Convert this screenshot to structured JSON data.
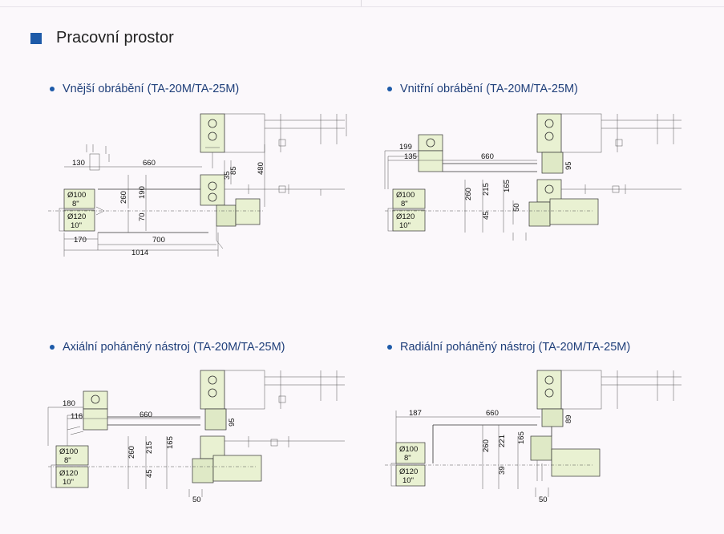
{
  "header": {
    "title": "Pracovní prostor"
  },
  "diagrams": [
    {
      "caption": "Vnější obrábění (TA-20M/TA-25M)",
      "dims": {
        "d1": "130",
        "d2": "660",
        "d3": "260",
        "d4": "190",
        "d5": "70",
        "d6": "35",
        "d7": "85",
        "d8": "480",
        "d9": "170",
        "d10": "700",
        "d11": "1014"
      },
      "chucks": {
        "c1a": "Ø100",
        "c1b": "8\"",
        "c2a": "Ø120",
        "c2b": "10\""
      }
    },
    {
      "caption": "Vnitřní obrábění (TA-20M/TA-25M)",
      "dims": {
        "d1": "199",
        "d2": "135",
        "d3": "660",
        "d4": "95",
        "d5": "260",
        "d6": "215",
        "d7": "165",
        "d8": "50",
        "d9": "45"
      },
      "chucks": {
        "c1a": "Ø100",
        "c1b": "8\"",
        "c2a": "Ø120",
        "c2b": "10\""
      }
    },
    {
      "caption": "Axiální poháněný nástroj (TA-20M/TA-25M)",
      "dims": {
        "d1": "180",
        "d2": "116",
        "d3": "660",
        "d4": "95",
        "d5": "260",
        "d6": "215",
        "d7": "165",
        "d8": "45",
        "d9": "50"
      },
      "chucks": {
        "c1a": "Ø100",
        "c1b": "8\"",
        "c2a": "Ø120",
        "c2b": "10\""
      }
    },
    {
      "caption": "Radiální poháněný nástroj (TA-20M/TA-25M)",
      "dims": {
        "d1": "187",
        "d2": "660",
        "d3": "89",
        "d4": "260",
        "d5": "221",
        "d6": "165",
        "d7": "39",
        "d8": "50"
      },
      "chucks": {
        "c1a": "Ø100",
        "c1b": "8\"",
        "c2a": "Ø120",
        "c2b": "10\""
      }
    }
  ]
}
